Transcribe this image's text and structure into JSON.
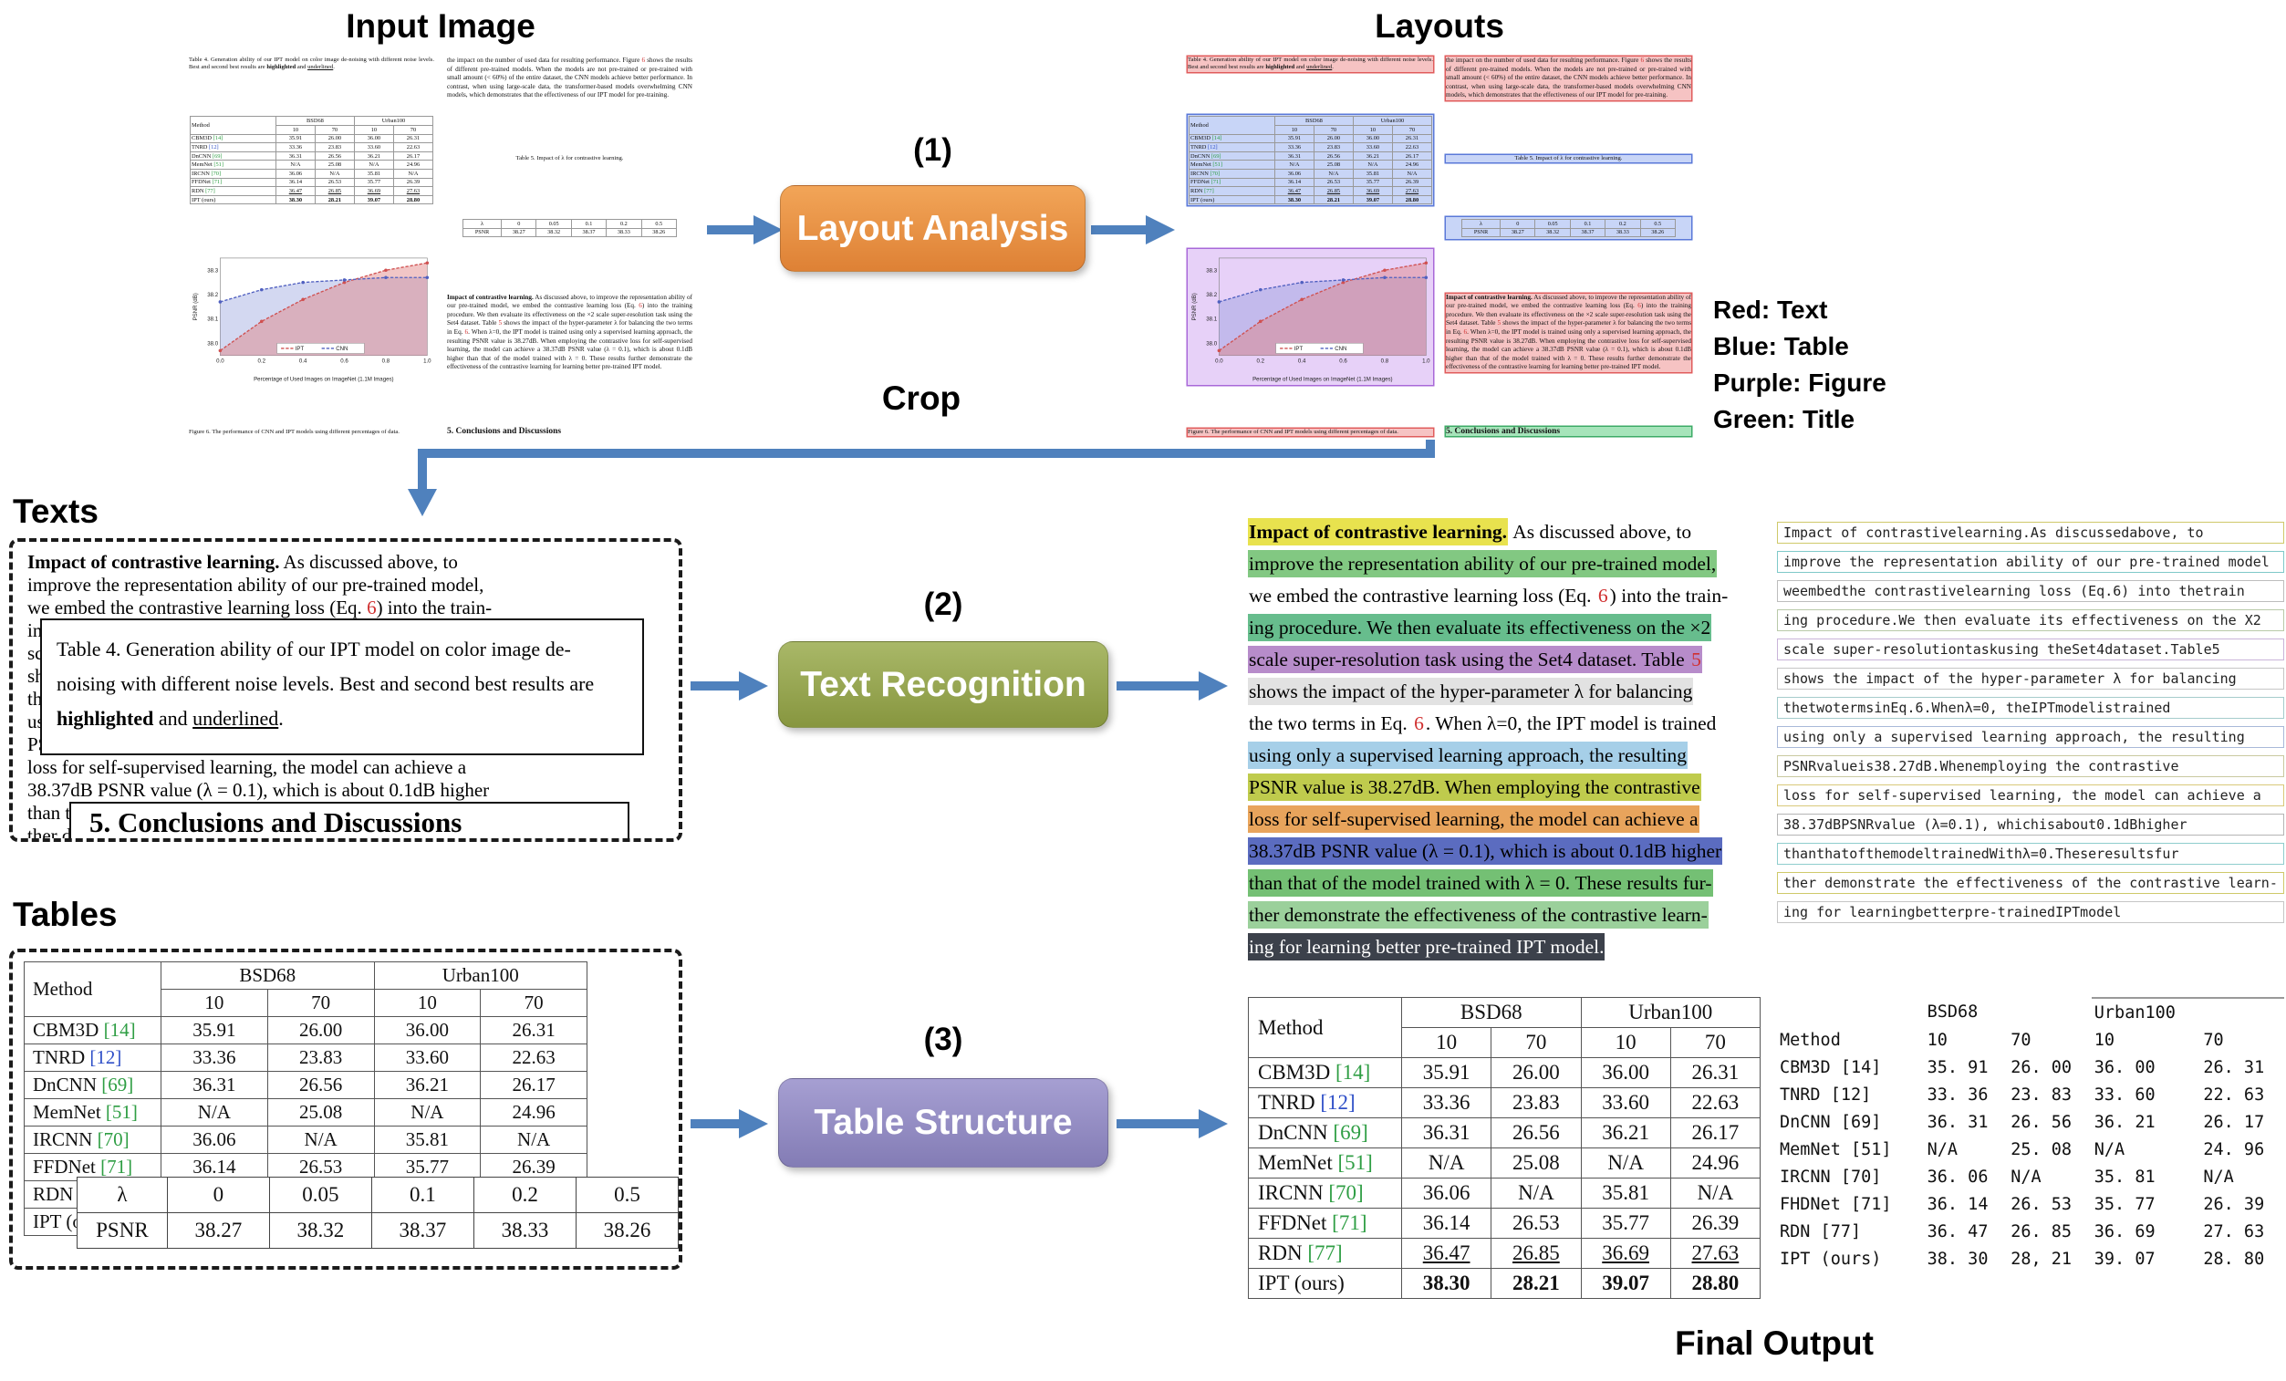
{
  "titles": {
    "input_image": "Input Image",
    "layouts": "Layouts",
    "texts": "Texts",
    "tables": "Tables",
    "crop": "Crop",
    "final_output": "Final Output"
  },
  "steps": [
    {
      "number": "(1)",
      "label": "Layout Analysis",
      "color": "#de8135",
      "color_light": "#f2a558"
    },
    {
      "number": "(2)",
      "label": "Text Recognition",
      "color": "#87963f",
      "color_light": "#a9b868"
    },
    {
      "number": "(3)",
      "label": "Table Structure",
      "color": "#837cb5",
      "color_light": "#a69fd2"
    }
  ],
  "legend": [
    "Red: Text",
    "Blue: Table",
    "Purple: Figure",
    "Green: Title"
  ],
  "colors": {
    "css_vars": {
      "arrow": "#4f81bd",
      "ov-text": "rgba(233,106,106,0.40)",
      "ov-text-b": "#e05c5c",
      "ov-table": "rgba(110,144,235,0.38)",
      "ov-table-b": "#5a78d8",
      "ov-fig": "rgba(186,122,235,0.35)",
      "ov-fig-b": "#a868d8",
      "ov-title": "rgba(92,205,130,0.55)",
      "ov-title-b": "#3cab66",
      "ref-red": "#d03030",
      "ref-green": "#2f9e44",
      "ref-blue": "#3050c8"
    }
  },
  "paper": {
    "table4_caption": "Table 4. Generation ability of our IPT model on color image de-noising with different noise levels. Best and second best results are {b}highlighted{/b} and {u}underlined{/u}.",
    "main_table": {
      "method_header": "Method",
      "groups": [
        "BSD68",
        "Urban100"
      ],
      "subs": [
        "10",
        "70",
        "10",
        "70"
      ],
      "rows": [
        [
          "CBM3D {g}[14]{/g}",
          "35.91",
          "26.00",
          "36.00",
          "26.31"
        ],
        [
          "TNRD {c}[12]{/c}",
          "33.36",
          "23.83",
          "33.60",
          "22.63"
        ],
        [
          "DnCNN {g}[69]{/g}",
          "36.31",
          "26.56",
          "36.21",
          "26.17"
        ],
        [
          "MemNet {g}[51]{/g}",
          "N/A",
          "25.08",
          "N/A",
          "24.96"
        ],
        [
          "IRCNN {g}[70]{/g}",
          "36.06",
          "N/A",
          "35.81",
          "N/A"
        ],
        [
          "FFDNet {g}[71]{/g}",
          "36.14",
          "26.53",
          "35.77",
          "26.39"
        ],
        [
          "RDN {g}[77]{/g}",
          "{u}36.47{/u}",
          "{u}26.85{/u}",
          "{u}36.69{/u}",
          "{u}27.63{/u}"
        ],
        [
          "IPT (ours)",
          "{b}38.30{/b}",
          "{b}28.21{/b}",
          "{b}39.07{/b}",
          "{b}28.80{/b}"
        ]
      ]
    },
    "figure": {
      "ylabel": "PSNR (dB)",
      "xlabel": "Percentage of Used Images on ImageNet (1.1M Images)",
      "yticks": [
        38.0,
        38.1,
        38.2,
        38.3
      ],
      "xticks": [
        0.0,
        0.2,
        0.4,
        0.6,
        0.8,
        1.0
      ],
      "ylim": [
        37.95,
        38.35
      ],
      "series": [
        {
          "name": "IPT",
          "color": "#d05050",
          "values": [
            37.97,
            38.09,
            38.18,
            38.25,
            38.3,
            38.33
          ]
        },
        {
          "name": "CNN",
          "color": "#5060c0",
          "values": [
            38.17,
            38.22,
            38.25,
            38.26,
            38.27,
            38.27
          ]
        }
      ]
    },
    "figure_caption": "Figure 6. The performance of CNN and IPT models using different percentages of data.",
    "para1": "the impact on the number of used data for resulting performance. Figure {r}6{/r} shows the results of different pre-trained models. When the models are not pre-trained or pre-trained with small amount (< 60%) of the entire dataset, the CNN models achieve better performance. In contrast, when using large-scale data, the transformer-based models overwhelming CNN models, which demonstrates that the effectiveness of our IPT model for pre-training.",
    "lambda_table": {
      "caption": "Table 5. Impact of λ for contrastive learning.",
      "rows": [
        [
          "λ",
          "0",
          "0.05",
          "0.1",
          "0.2",
          "0.5"
        ],
        [
          "PSNR",
          "38.27",
          "38.32",
          "38.37",
          "38.33",
          "38.26"
        ]
      ]
    },
    "impact_para": "{b}Impact of contrastive learning.{/b} As discussed above, to improve the representation ability of our pre-trained model, we embed the contrastive learning loss (Eq. {r}6{/r}) into the training procedure. We then evaluate its effectiveness on the ×2 scale super-resolution task using the Set4 dataset. Table {r}5{/r} shows the impact of the hyper-parameter λ for balancing the two terms in Eq. {r}6{/r}. When λ=0, the IPT model is trained using only a supervised learning approach, the resulting PSNR value is 38.27dB. When employing the contrastive loss for self-supervised learning, the model can achieve a 38.37dB PSNR value (λ = 0.1), which is about 0.1dB higher than that of the model trained with λ = 0. These results further demonstrate the effectiveness of the contrastive learning for learning better pre-trained IPT model.",
    "conclusions_heading": "5. Conclusions and Discussions"
  },
  "recognized_lines": [
    [
      {
        "t": "Impact of contrastive learning.",
        "b": 1,
        "hl": "#e8e24e"
      },
      {
        "t": " As discussed above, to"
      }
    ],
    [
      {
        "t": "improve the representation ability of our pre-trained model,",
        "hl": "#82c882"
      }
    ],
    [
      {
        "t": "we embed the contrastive learning loss (Eq. "
      },
      {
        "t": "6",
        "fg": "#d03030"
      },
      {
        "t": ") into the train-"
      }
    ],
    [
      {
        "t": "ing procedure. We then evaluate its effectiveness on the ×2",
        "hl": "#67bd8d"
      }
    ],
    [
      {
        "t": "scale super-resolution task using the Set4 dataset. Table ",
        "hl": "#b78cca"
      },
      {
        "t": "5",
        "hl": "#b78cca",
        "fg": "#d03030"
      }
    ],
    [
      {
        "t": "shows the impact of the hyper-parameter λ for balancing",
        "hl": "#e2e2e2"
      }
    ],
    [
      {
        "t": "the two terms in Eq. "
      },
      {
        "t": "6",
        "fg": "#d03030"
      },
      {
        "t": ". When λ=0, the IPT model is trained"
      }
    ],
    [
      {
        "t": "using only a supervised learning approach, the resulting",
        "hl": "#a6cfe8"
      }
    ],
    [
      {
        "t": "PSNR value is 38.27dB. When employing the contrastive",
        "hl": "#bfcb4d"
      }
    ],
    [
      {
        "t": "loss for self-supervised learning, the model can achieve a",
        "hl": "#e8a45c"
      }
    ],
    [
      {
        "t": "38.37dB PSNR value (λ = 0.1), which is about 0.1dB higher",
        "hl": "#5b6cc0"
      }
    ],
    [
      {
        "t": "than that of the model trained with λ = 0. These results fur-",
        "hl": "#74c074"
      }
    ],
    [
      {
        "t": "ther demonstrate the effectiveness of the contrastive learn-",
        "hl": "#9bd09b"
      }
    ],
    [
      {
        "t": "ing for learning better pre-trained IPT model.",
        "hl": "#3c414b",
        "inv": 1
      }
    ]
  ],
  "ocr_lines": [
    {
      "t": "Impact of contrastivelearning.As discussedabove, to",
      "bc": "#cfc96a"
    },
    {
      "t": "improve the representation ability of our pre-trained model",
      "bc": "#7fc9c9"
    },
    {
      "t": "weembedthe contrastivelearning loss (Eq.6) into thetrain",
      "bc": "#bdbdbd"
    },
    {
      "t": "ing procedure.We then evaluate its effectiveness on the X2",
      "bc": "#b9c9a9"
    },
    {
      "t": "scale super-resolutiontaskusing theSet4dataset.Table5",
      "bc": "#c9b4d9"
    },
    {
      "t": "shows the impact of the hyper-parameter λ for balancing",
      "bc": "#c6c6c6"
    },
    {
      "t": "thetwotermsinEq.6.Whenλ=0, theIPTmodelistrained",
      "bc": "#a5cccc"
    },
    {
      "t": "using only a supervised learning approach, the resulting",
      "bc": "#a9b9d9"
    },
    {
      "t": "PSNRvalueis38.27dB.Whenemploying the contrastive",
      "bc": "#c9c9a0"
    },
    {
      "t": "loss for self-supervised learning,  the model can achieve a",
      "bc": "#d9c97a"
    },
    {
      "t": "38.37dBPSNRvalue (λ=0.1), whichisabout0.1dBhigher",
      "bc": "#b5b5b5"
    },
    {
      "t": "thanthatofthemodeltrainedWithλ=0.Theseresultsfur",
      "bc": "#8fcdcd"
    },
    {
      "t": "ther demonstrate the effectiveness of the contrastive learn-",
      "bc": "#cfc96a"
    },
    {
      "t": "ing for learningbetterpre-trainedIPTmodel",
      "bc": "#c6c6c6"
    }
  ],
  "final_plain": {
    "header_rows": [
      [
        "",
        "BSD68",
        "",
        "Urban100",
        ""
      ],
      [
        "Method",
        "10",
        "70",
        "10",
        "70"
      ]
    ],
    "rows": [
      [
        "CBM3D [14]",
        "35. 91",
        "26. 00",
        "36. 00",
        "26. 31"
      ],
      [
        "TNRD [12]",
        "33. 36",
        "23. 83",
        "33. 60",
        "22. 63"
      ],
      [
        "DnCNN [69]",
        "36. 31",
        "26. 56",
        "36. 21",
        "26. 17"
      ],
      [
        "MemNet [51]",
        "N/A",
        "25. 08",
        "N/A",
        "24. 96"
      ],
      [
        "IRCNN [70]",
        "36. 06",
        "N/A",
        "35. 81",
        "N/A"
      ],
      [
        "FHDNet [71]",
        "36. 14",
        "26. 53",
        "35. 77",
        "26. 39"
      ],
      [
        "RDN [77]",
        "36. 47",
        "26. 85",
        "36. 69",
        "27. 63"
      ],
      [
        "IPT (ours)",
        "38. 30",
        "28, 21",
        "39. 07",
        "28. 80"
      ]
    ]
  }
}
